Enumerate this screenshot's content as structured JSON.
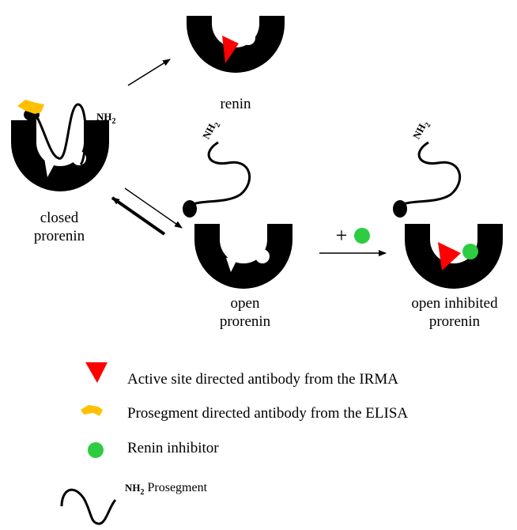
{
  "colors": {
    "enzyme": "#000000",
    "active_site_antibody": "#ff0000",
    "prosegment_antibody": "#ffc000",
    "inhibitor": "#2ecc40"
  },
  "icons": [
    "enzyme-shape",
    "prosegment-chain",
    "red-triangle-icon",
    "yellow-chevron-icon",
    "green-dot-icon"
  ],
  "terminus_label": "NH",
  "terminus_subscript": "2",
  "states": {
    "renin": [
      "renin"
    ],
    "closed": [
      "closed",
      "prorenin"
    ],
    "open": [
      "open",
      "prorenin"
    ],
    "inhibited": [
      "open inhibited",
      "prorenin"
    ]
  },
  "plus_sign": "+",
  "legend": {
    "active_site": "Active site directed antibody from the IRMA",
    "prosegment_ab": "Prosegment directed antibody from the ELISA",
    "inhibitor": "Renin inhibitor",
    "prosegment": "Prosegment"
  }
}
